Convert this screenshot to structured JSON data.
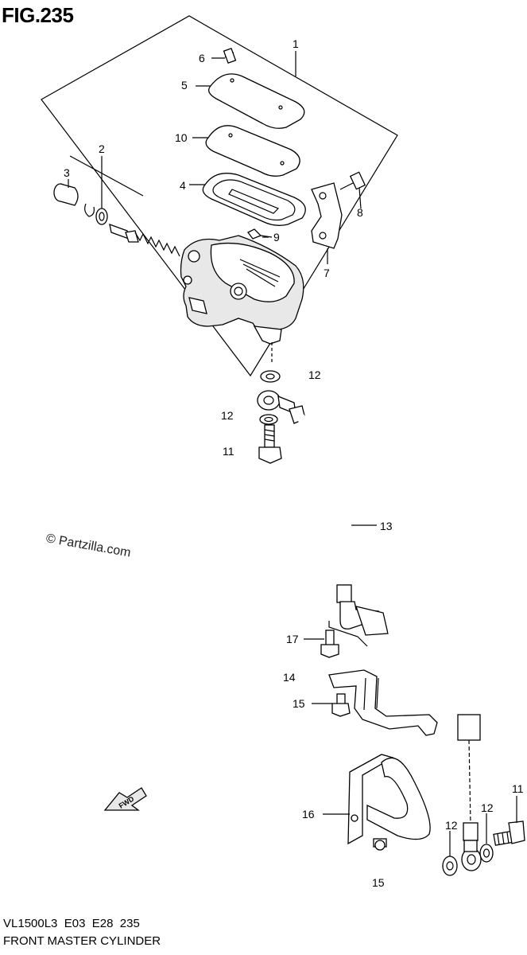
{
  "header": {
    "figure_label": "FIG.235"
  },
  "footer": {
    "model_line": "VL1500L3  E03  E28  235",
    "section_title": "FRONT MASTER CYLINDER"
  },
  "watermark": {
    "text": "© Partzilla.com"
  },
  "fwd_arrow": {
    "label": "FWD"
  },
  "callouts": {
    "c1": "1",
    "c2": "2",
    "c3": "3",
    "c4": "4",
    "c5": "5",
    "c6": "6",
    "c7": "7",
    "c8": "8",
    "c9": "9",
    "c10": "10",
    "c11a": "11",
    "c11b": "11",
    "c12a": "12",
    "c12b": "12",
    "c12c": "12",
    "c12d": "12",
    "c13": "13",
    "c14": "14",
    "c15a": "15",
    "c15b": "15",
    "c16": "16",
    "c17": "17"
  }
}
